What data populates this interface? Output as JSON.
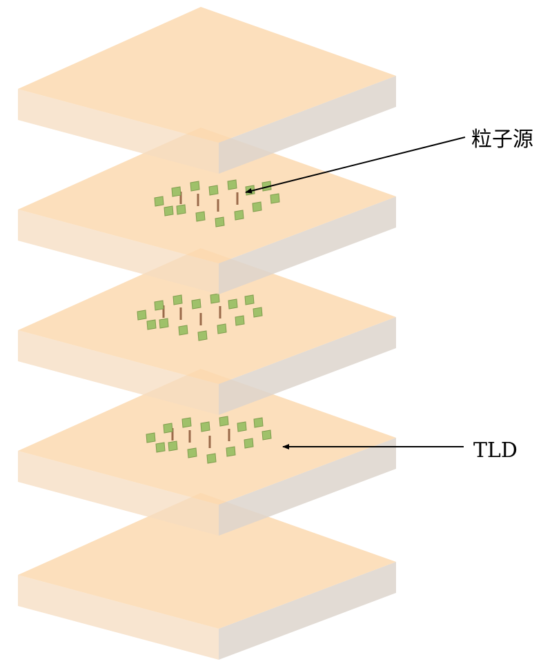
{
  "diagram": {
    "labels": {
      "source": "粒子源",
      "detector": "TLD"
    },
    "colors": {
      "slab_top": "#fbd9b0",
      "slab_left": "#f5dcc0",
      "slab_right": "#ddd5cc",
      "chip": "#9fc16a",
      "chip_edge": "#7f9d4e",
      "seed": "#9a6a4a",
      "arrow": "#000000"
    },
    "slab_count": 5,
    "dosimeters_per_layer": 14,
    "seeds_per_layer": 4
  }
}
